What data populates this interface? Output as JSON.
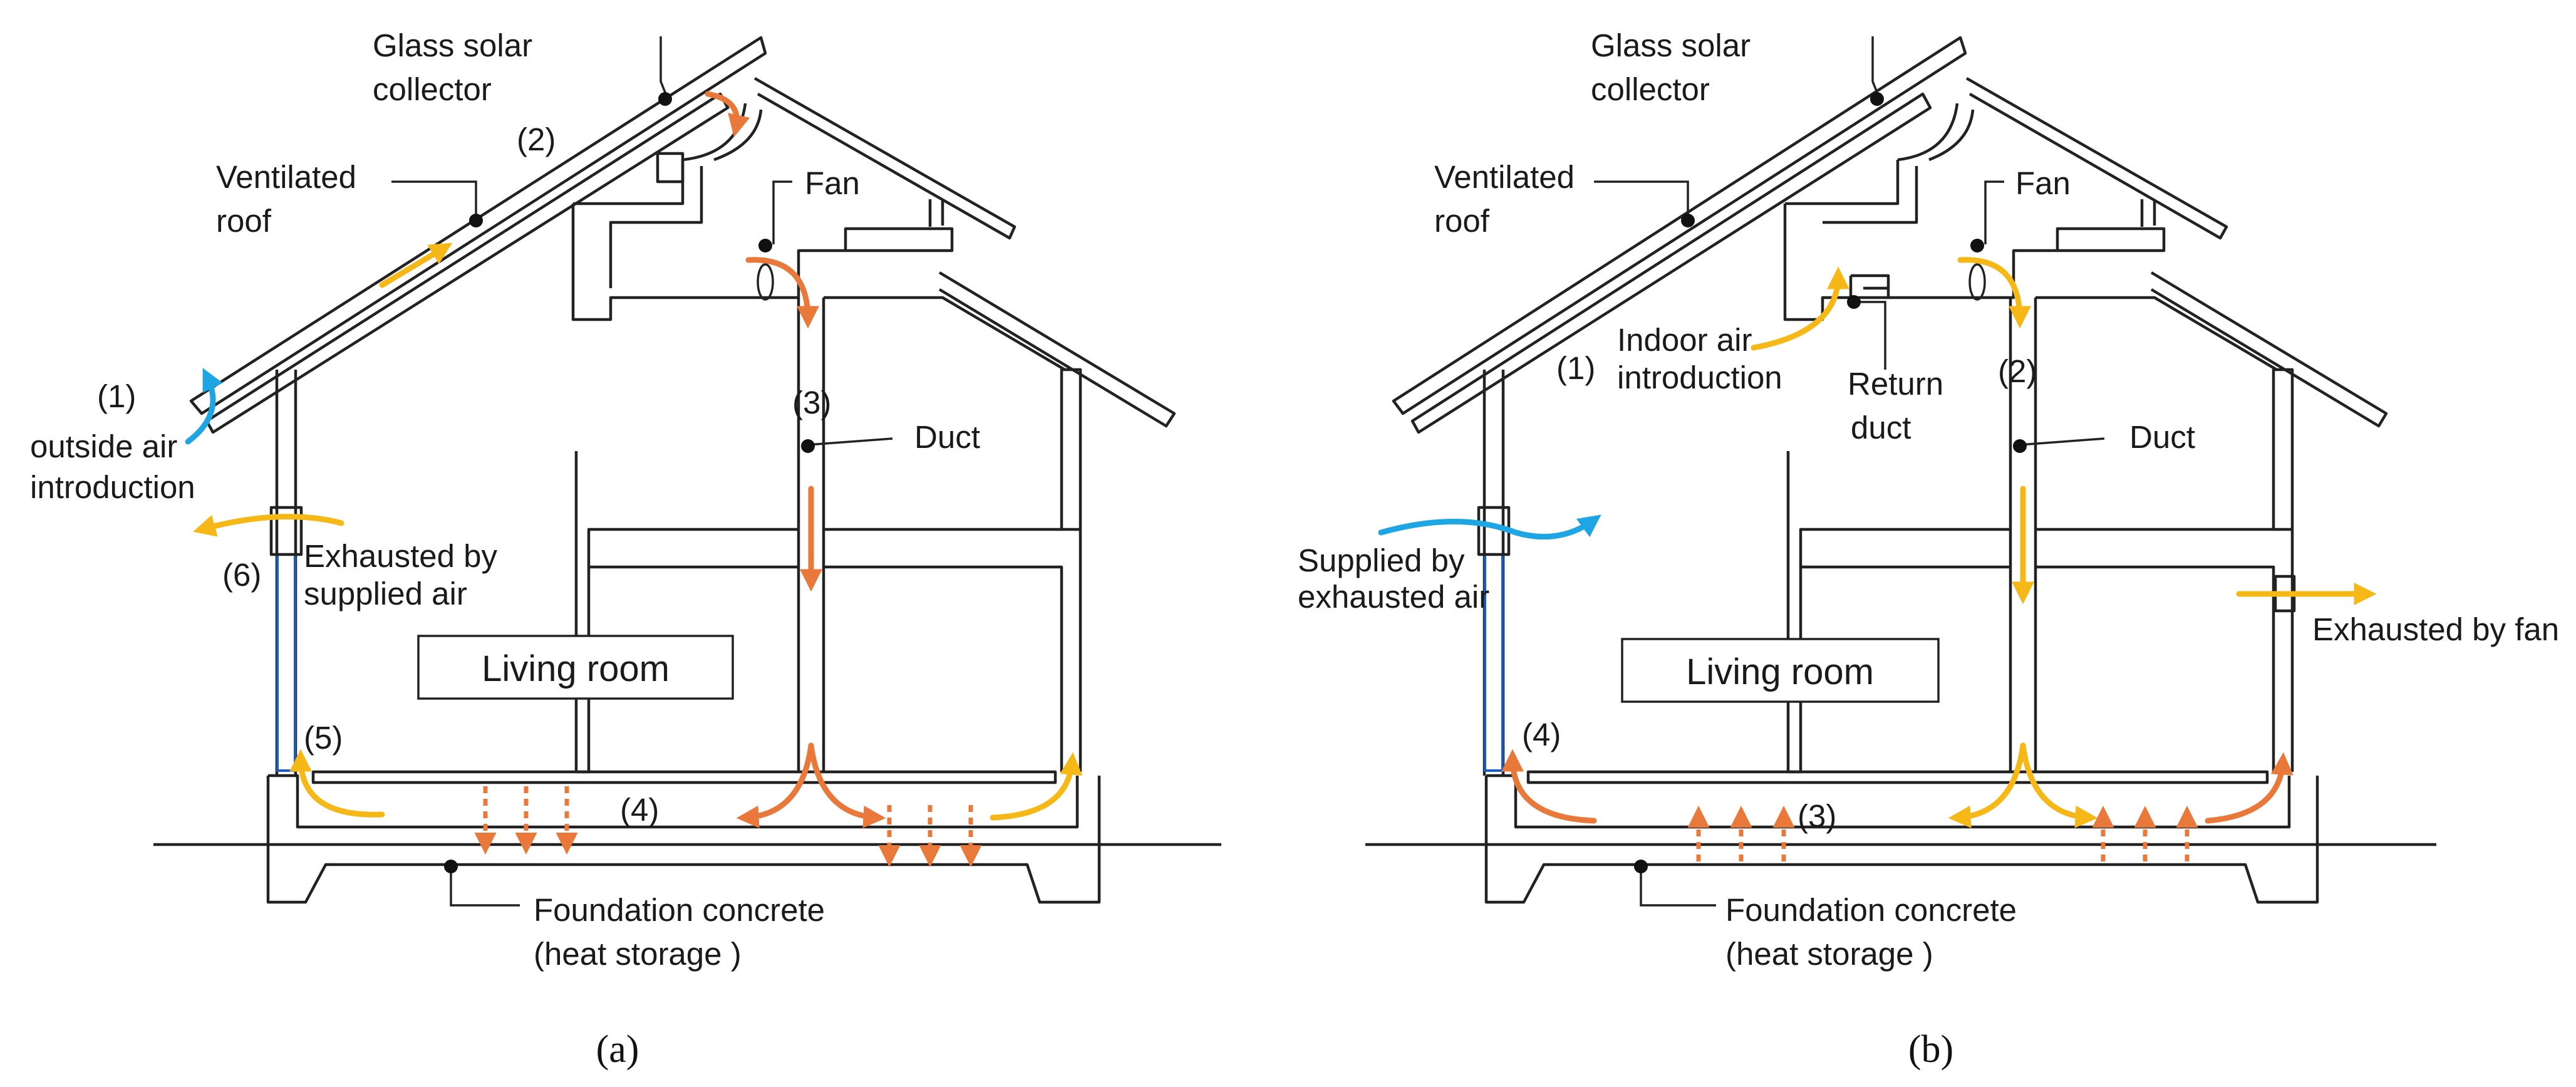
{
  "panels": [
    {
      "id": "a",
      "caption": "(a)",
      "labels": {
        "collector_line1": "Glass solar",
        "collector_line2": "collector",
        "roof_line1": "Ventilated",
        "roof_line2": "roof",
        "fan": "Fan",
        "duct": "Duct",
        "intake_line1": "outside air",
        "intake_line2": "introduction",
        "exhaust_line1": "Exhausted by",
        "exhaust_line2": "supplied air",
        "room": "Living room",
        "foundation_line1": "Foundation concrete",
        "foundation_line2": "(heat storage )"
      },
      "steps": [
        "(1)",
        "(2)",
        "(3)",
        "(4)",
        "(5)",
        "(6)"
      ]
    },
    {
      "id": "b",
      "caption": "(b)",
      "labels": {
        "collector_line1": "Glass solar",
        "collector_line2": "collector",
        "roof_line1": "Ventilated",
        "roof_line2": "roof",
        "fan": "Fan",
        "duct": "Duct",
        "indoor_line1": "Indoor air",
        "indoor_line2": "introduction",
        "return_line1": "Return",
        "return_line2": "duct",
        "supplied_line1": "Supplied by",
        "supplied_line2": "exhausted air",
        "exhaust_fan": "Exhausted by fan",
        "room": "Living room",
        "foundation_line1": "Foundation concrete",
        "foundation_line2": "(heat storage )"
      },
      "steps": [
        "(1)",
        "(2)",
        "(3)",
        "(4)"
      ]
    }
  ],
  "colors": {
    "warm_air": "#e9793a",
    "fresh_air": "#f6b816",
    "outside_air": "#1ea5e3",
    "wall": "#222222"
  }
}
